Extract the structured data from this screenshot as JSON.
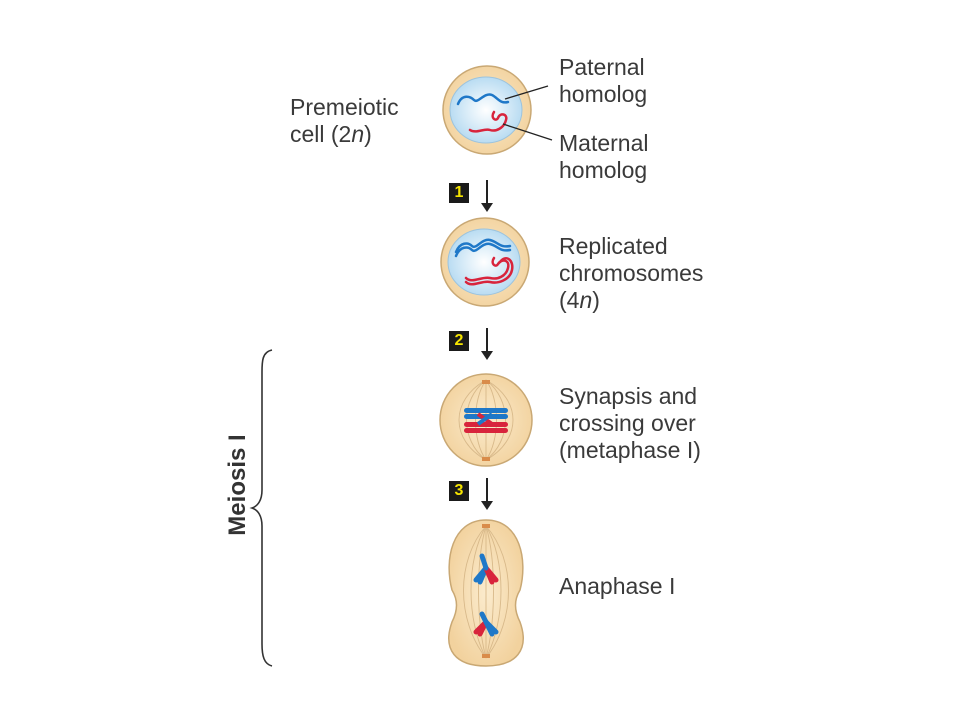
{
  "labels": {
    "premeiotic_1": "Premeiotic",
    "premeiotic_2": "cell (2",
    "premeiotic_n": "n",
    "premeiotic_3": ")",
    "paternal_1": "Paternal",
    "paternal_2": "homolog",
    "maternal_1": "Maternal",
    "maternal_2": "homolog",
    "replicated_1": "Replicated",
    "replicated_2": "chromosomes",
    "replicated_3a": "(4",
    "replicated_n": "n",
    "replicated_3b": ")",
    "synapsis_1": "Synapsis and",
    "synapsis_2": "crossing over",
    "synapsis_3": "(metaphase I)",
    "anaphase": "Anaphase I",
    "meiosis": "Meiosis I"
  },
  "steps": [
    "1",
    "2",
    "3"
  ],
  "colors": {
    "cell_fill": "#f7ddb0",
    "cell_stroke": "#c9a874",
    "nucleus_fill": "#cfe6f5",
    "paternal": "#1f78c8",
    "maternal": "#d8243c",
    "spindle": "#d8b98a",
    "step_badge": "#1a1a1a",
    "step_text": "#f5e400"
  }
}
